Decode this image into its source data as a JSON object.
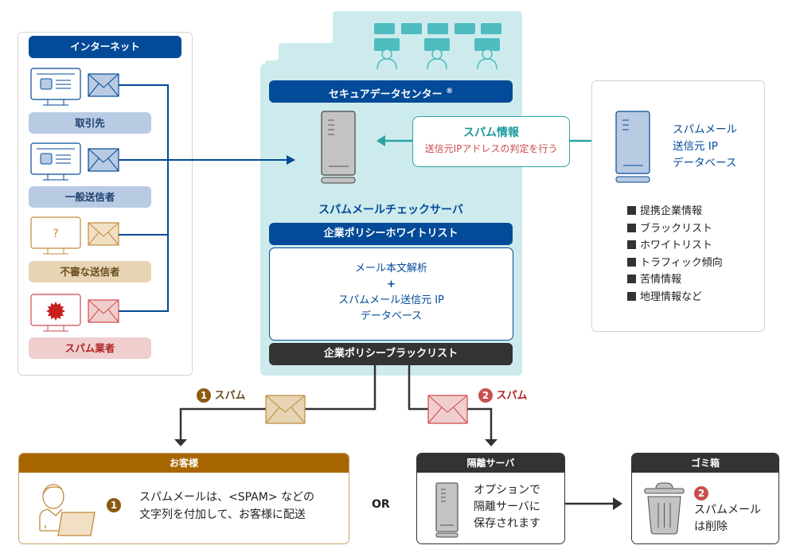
{
  "internet_panel": {
    "header": "インターネット",
    "senders": [
      {
        "label": "取引先",
        "icon": "monitor-document-icon",
        "color": "#b8cbe3"
      },
      {
        "label": "一般送信者",
        "icon": "monitor-document-icon",
        "color": "#b8cbe3"
      },
      {
        "label": "不審な送信者",
        "icon": "monitor-question-icon",
        "monitor_glyph": "?",
        "color": "#e6d4b3"
      },
      {
        "label": "スパム業者",
        "icon": "monitor-burst-icon",
        "color": "#f1cece"
      }
    ]
  },
  "datacenter": {
    "title": "セキュアデータセンター",
    "registered_mark": "®",
    "server_label": "スパムメールチェックサーバ",
    "whitelist": "企業ポリシーホワイトリスト",
    "analysis_lines": [
      "メール本文解析",
      "+",
      "スパムメール送信元 IP",
      "データベース"
    ],
    "blacklist": "企業ポリシーブラックリスト"
  },
  "spam_info": {
    "title": "スパム情報",
    "subtitle": "送信元IPアドレスの判定を行う"
  },
  "ip_database": {
    "title_lines": [
      "スパムメール",
      "送信元 IP",
      "データベース"
    ],
    "items": [
      "提携企業情報",
      "ブラックリスト",
      "ホワイトリスト",
      "トラフィック傾向",
      "苦情情報",
      "地理情報など"
    ]
  },
  "routes": [
    {
      "number": "1",
      "label": "スパム"
    },
    {
      "number": "2",
      "label": "スパム"
    }
  ],
  "customer_box": {
    "title": "お客様",
    "number": "1",
    "text_lines": [
      "スパムメールは、<SPAM> などの",
      "文字列を付加して、お客様に配送"
    ]
  },
  "or_label": "OR",
  "quarantine_box": {
    "title": "隔離サーバ",
    "text_lines": [
      "オプションで",
      "隔離サーバに",
      "保存されます"
    ]
  },
  "trash_box": {
    "title": "ゴミ箱",
    "number": "2",
    "text_lines": [
      "スパムメール",
      "は削除"
    ]
  },
  "colors": {
    "navy": "#034a98",
    "teal_bg": "#cdebed",
    "teal": "#2aa3a3",
    "brown": "#a86600",
    "dark": "#333333",
    "red": "#c94f4f"
  }
}
